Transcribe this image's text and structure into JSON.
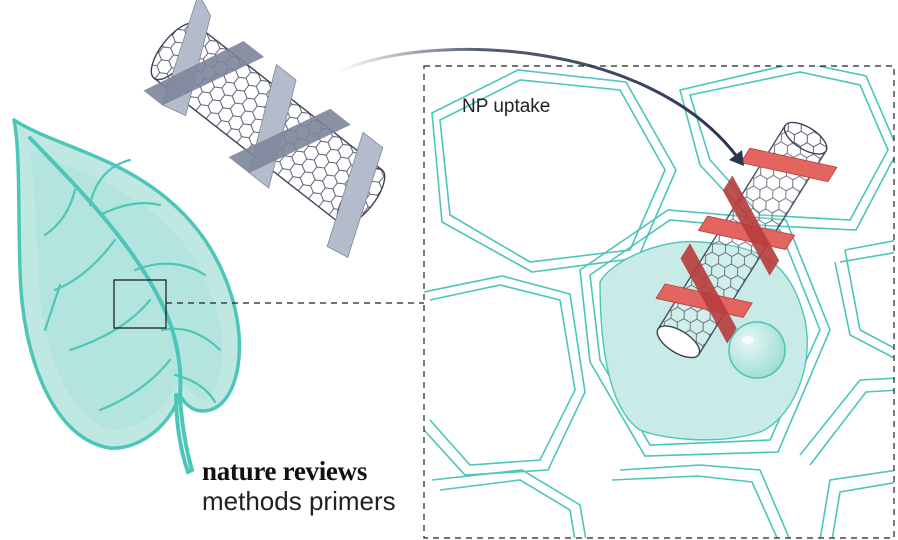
{
  "label": {
    "uptake": "NP uptake"
  },
  "brand": {
    "line1": "nature reviews",
    "line2": "methods primers"
  },
  "colors": {
    "teal": "#4cc6b9",
    "teal_fill": "#bfe8e3",
    "cell_fill": "#c8ebe7",
    "wrap_grey": "#b4bccc",
    "wrap_grey_dark": "#7e869c",
    "wrap_red": "#e2655f",
    "wrap_red_dark": "#b83c3c",
    "arrow": "#2b3550"
  },
  "icons": {
    "leaf": "leaf-icon",
    "nanotube": "nanotube-icon"
  }
}
